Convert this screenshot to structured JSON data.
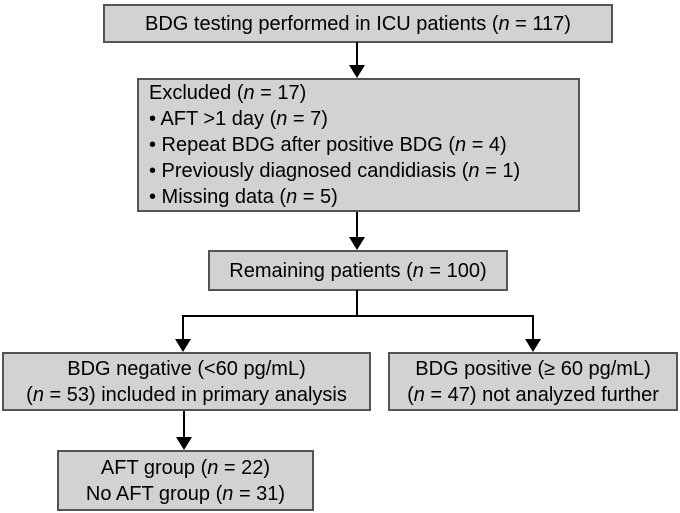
{
  "figure": {
    "type": "patient-flow-diagram",
    "boxes": {
      "top": {
        "lines": [
          "BDG testing performed in ICU patients (n = 117)"
        ]
      },
      "excluded": {
        "lines": [
          "Excluded (n = 17)",
          "• AFT >1 day (n = 7)",
          "• Repeat BDG after positive BDG (n = 4)",
          "• Previously diagnosed candidiasis (n = 1)",
          "• Missing data (n = 5)"
        ]
      },
      "remaining": {
        "lines": [
          "Remaining patients (n = 100)"
        ]
      },
      "bdg_negative": {
        "lines": [
          "BDG negative (<60 pg/mL)",
          "(n = 53) included in primary analysis"
        ]
      },
      "bdg_positive": {
        "lines": [
          "BDG positive (≥ 60 pg/mL)",
          "(n = 47) not analyzed further"
        ]
      },
      "aft_groups": {
        "lines": [
          "AFT group (n = 22)",
          "No AFT group (n = 31)"
        ]
      }
    },
    "colors": {
      "box_fill": "#d2d2d2",
      "box_border": "#545454",
      "arrow": "#000000",
      "text": "#000000",
      "background": "#ffffff"
    }
  }
}
